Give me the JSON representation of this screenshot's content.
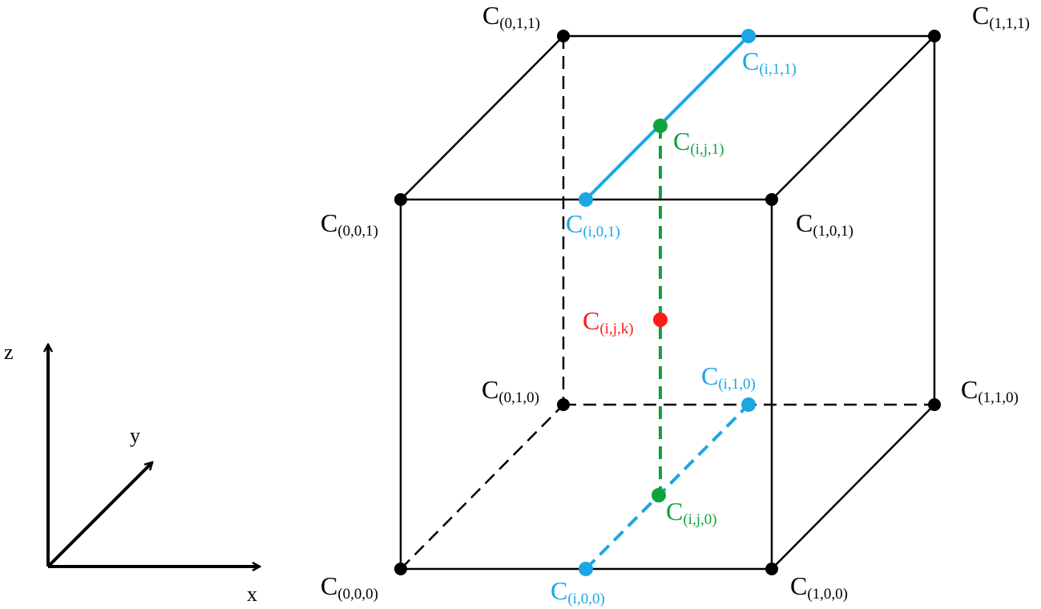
{
  "colors": {
    "black": "#000000",
    "blue": "#1aa7e3",
    "green": "#10a23c",
    "red": "#ff1a1a"
  },
  "axes": {
    "x_label": "x",
    "y_label": "y",
    "z_label": "z"
  },
  "corners": {
    "c000": {
      "base": "C",
      "sub": "(0,0,0)"
    },
    "c100": {
      "base": "C",
      "sub": "(1,0,0)"
    },
    "c010": {
      "base": "C",
      "sub": "(0,1,0)"
    },
    "c110": {
      "base": "C",
      "sub": "(1,1,0)"
    },
    "c001": {
      "base": "C",
      "sub": "(0,0,1)"
    },
    "c101": {
      "base": "C",
      "sub": "(1,0,1)"
    },
    "c011": {
      "base": "C",
      "sub": "(0,1,1)"
    },
    "c111": {
      "base": "C",
      "sub": "(1,1,1)"
    }
  },
  "interp_points": {
    "ci00": {
      "base": "C",
      "sub": "(i,0,0)"
    },
    "ci10": {
      "base": "C",
      "sub": "(i,1,0)"
    },
    "ci01": {
      "base": "C",
      "sub": "(i,0,1)"
    },
    "ci11": {
      "base": "C",
      "sub": "(i,1,1)"
    },
    "cij0": {
      "base": "C",
      "sub": "(i,j,0)"
    },
    "cij1": {
      "base": "C",
      "sub": "(i,j,1)"
    },
    "cijk": {
      "base": "C",
      "sub": "(i,j,k)"
    }
  }
}
